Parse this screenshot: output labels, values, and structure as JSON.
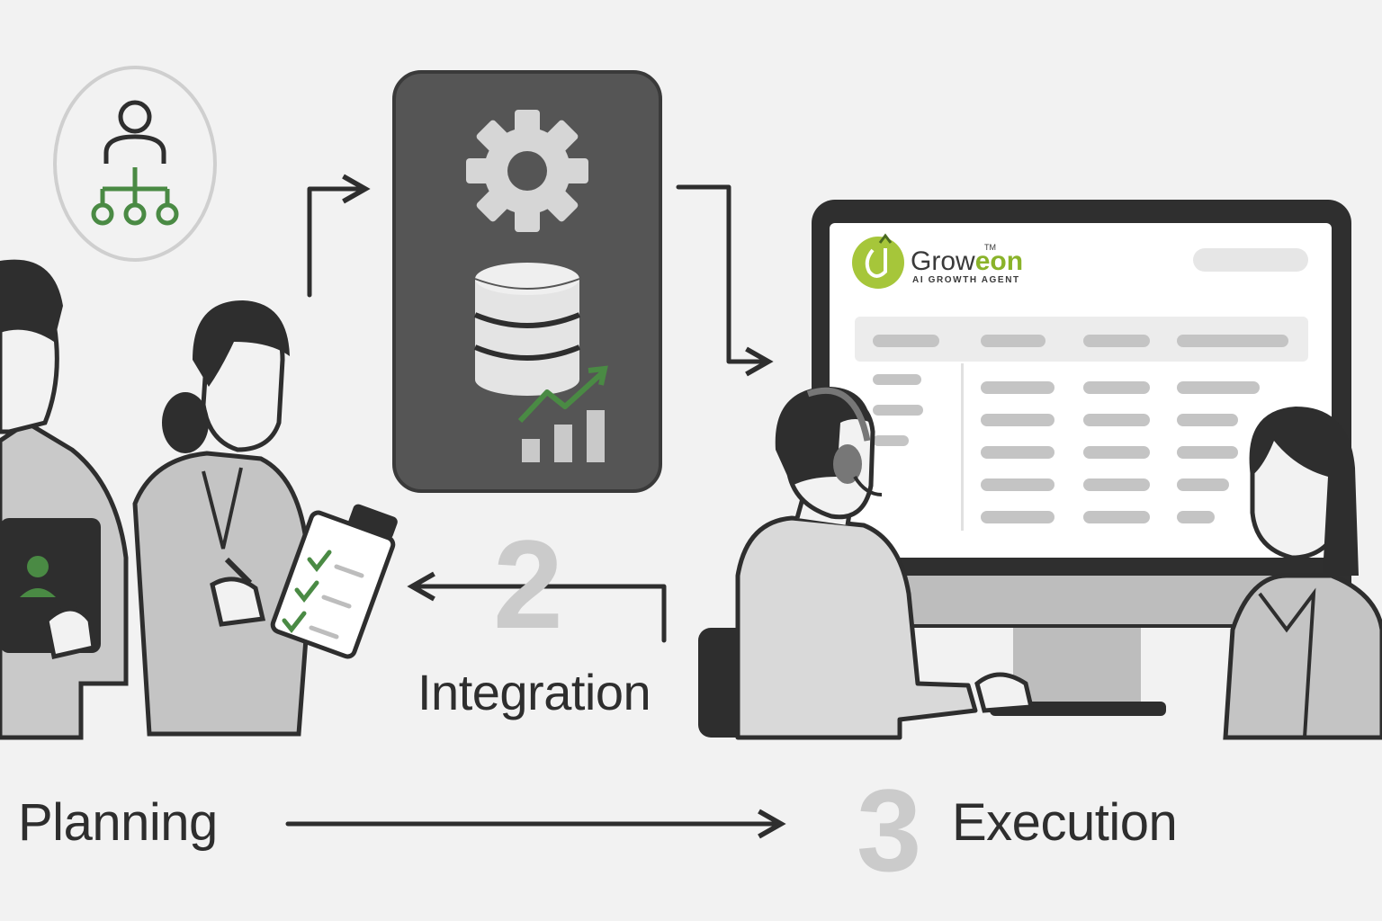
{
  "steps": {
    "planning": {
      "label": "Planning"
    },
    "integration": {
      "number": "2",
      "label": "Integration"
    },
    "execution": {
      "number": "3",
      "label": "Execution"
    }
  },
  "brand": {
    "name_part1": "Grow",
    "name_part2": "eon",
    "trademark": "TM",
    "tagline": "AI GROWTH AGENT"
  },
  "icons": {
    "planning": "org-chart-icon",
    "integration": [
      "gear-icon",
      "database-icon",
      "growth-chart-icon"
    ],
    "execution": "computer-monitor"
  },
  "colors": {
    "background": "#f2f2f2",
    "ink": "#2e2e2e",
    "accent_green": "#4a8a44",
    "brand_green": "#8ab32a",
    "panel_dark": "#555555",
    "step_number": "#cbcbcb"
  }
}
